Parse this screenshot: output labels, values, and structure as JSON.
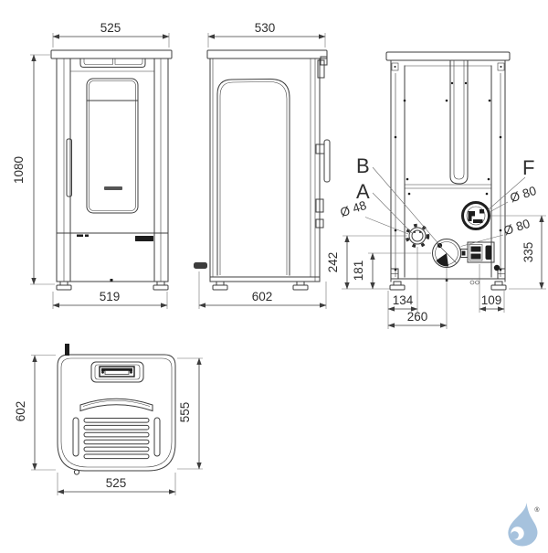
{
  "front_view": {
    "width_top": "525",
    "height": "1080",
    "width_bottom": "519"
  },
  "side_view": {
    "depth_top": "530",
    "depth_bottom": "602"
  },
  "rear_view": {
    "label_b": "B",
    "label_a": "A",
    "label_f": "F",
    "dia_air_intake": "Ø 48",
    "dia_flue_top": "Ø 80",
    "dia_flue_rear": "Ø 80",
    "height_air_intake": "242",
    "height_flue_rear": "181",
    "height_flue_top": "335",
    "offset_air_intake": "134",
    "offset_flue_rear": "260",
    "offset_power_inlet": "109"
  },
  "top_view": {
    "depth_total": "602",
    "depth_body": "555",
    "width": "525"
  },
  "logo": {
    "registered_mark": "®"
  },
  "colors": {
    "line": "#3d3d3d",
    "dark_fill": "#1d1d1d",
    "logo_blue": "#a6c2dd"
  }
}
